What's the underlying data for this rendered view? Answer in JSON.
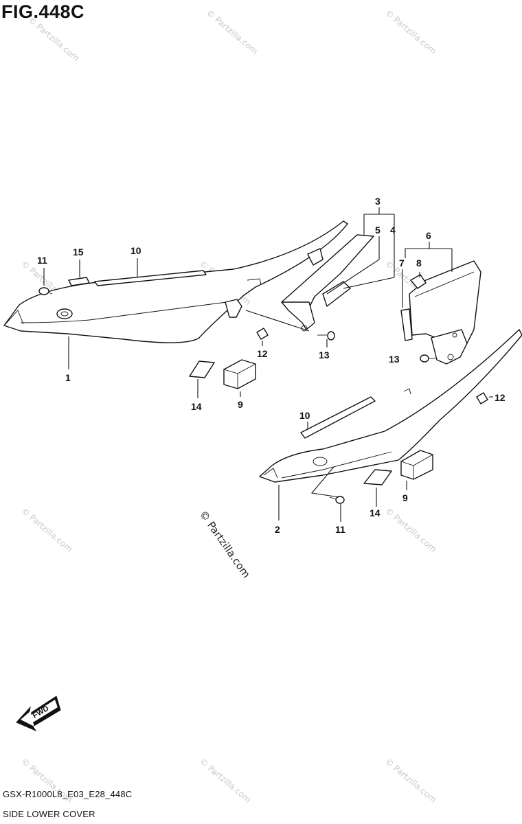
{
  "figure": {
    "title": "FIG.448C",
    "model_code": "GSX-R1000L8_E03_E28_448C",
    "caption": "SIDE LOWER COVER"
  },
  "watermark": {
    "small": "© Partzilla.com",
    "center": "© Partzilla.com"
  },
  "fwd_label": "FWD",
  "callouts": {
    "c1": "1",
    "c2": "2",
    "c3": "3",
    "c4": "4",
    "c5": "5",
    "c6": "6",
    "c7": "7",
    "c8": "8",
    "c9a": "9",
    "c9b": "9",
    "c10a": "10",
    "c10b": "10",
    "c11a": "11",
    "c11b": "11",
    "c12a": "12",
    "c12b": "12",
    "c13a": "13",
    "c13b": "13",
    "c14a": "14",
    "c14b": "14",
    "c15": "15"
  }
}
